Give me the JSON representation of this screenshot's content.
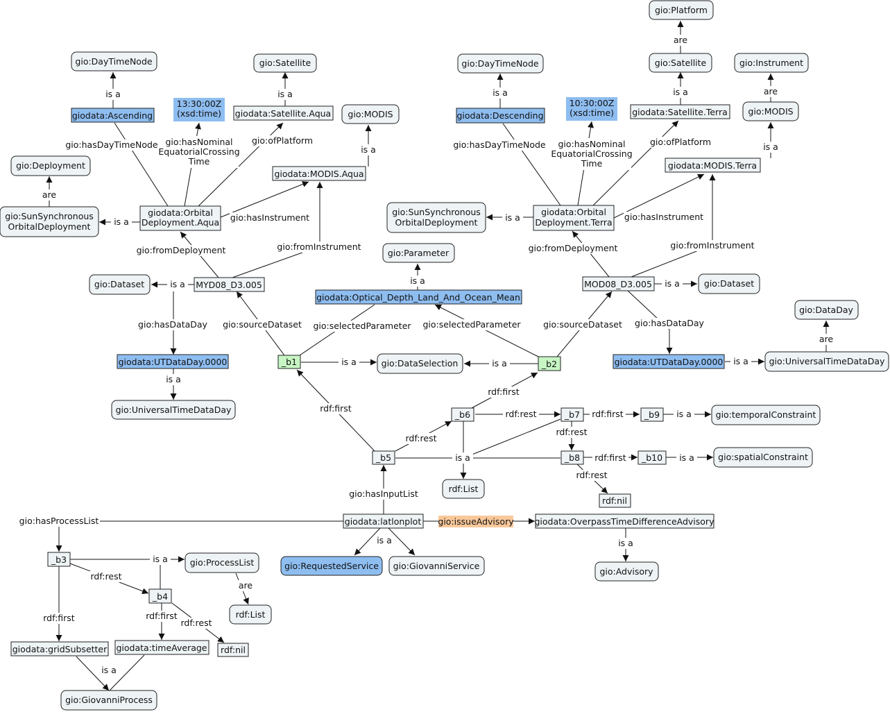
{
  "nodes": {
    "aqua_daytimenode": "gio:DayTimeNode",
    "aqua_ascending": "giodata:Ascending",
    "aqua_time_a": "13:30:00Z",
    "aqua_time_b": "(xsd:time)",
    "aqua_satellite_cls": "gio:Satellite",
    "aqua_satellite": "giodata:Satellite.Aqua",
    "aqua_modis_cls": "gio:MODIS",
    "aqua_modis": "giodata:MODIS.Aqua",
    "aqua_deployment_cls": "gio:Deployment",
    "aqua_sunsync_a": "gio:SunSynchronous",
    "aqua_sunsync_b": "OrbitalDeployment",
    "aqua_orbital_a": "giodata:Orbital",
    "aqua_orbital_b": "Deployment.Aqua",
    "aqua_dataset_cls": "gio:Dataset",
    "myd08": "MYD08_D3.005",
    "aqua_utdataday": "giodata:UTDataDay.0000",
    "aqua_universaltimedataday": "gio:UniversalTimeDataDay",
    "b1": "_b1",
    "parameter_cls": "gio:Parameter",
    "optical_depth": "giodata:Optical_Depth_Land_And_Ocean_Mean",
    "dataselection": "gio:DataSelection",
    "b2": "_b2",
    "platform_cls": "gio:Platform",
    "terra_daytimenode": "gio:DayTimeNode",
    "terra_descending": "giodata:Descending",
    "terra_time_a": "10:30:00Z",
    "terra_time_b": "(xsd:time)",
    "terra_satellite_cls": "gio:Satellite",
    "terra_satellite": "giodata:Satellite.Terra",
    "instrument_cls": "gio:Instrument",
    "terra_modis_cls": "gio:MODIS",
    "terra_modis": "giodata:MODIS.Terra",
    "terra_sunsync_a": "gio:SunSynchronous",
    "terra_sunsync_b": "OrbitalDeployment",
    "terra_orbital_a": "giodata:Orbital",
    "terra_orbital_b": "Deployment.Terra",
    "mod08": "MOD08_D3.005",
    "terra_dataset_cls": "gio:Dataset",
    "dataday_cls": "gio:DataDay",
    "terra_utdataday": "giodata:UTDataDay.0000",
    "terra_universaltimedataday": "gio:UniversalTimeDataDay",
    "b6": "_b6",
    "b7": "_b7",
    "b9": "_b9",
    "temporalconstraint": "gio:temporalConstraint",
    "b5": "_b5",
    "b8": "_b8",
    "b10": "_b10",
    "spatialconstraint": "gio:spatialConstraint",
    "rdflist_mid": "rdf:List",
    "rdfnil_mid": "rdf:nil",
    "latlonplot": "giodata:latlonplot",
    "issueadvisory": "gio:issueAdvisory",
    "overpass": "giodata:OverpassTimeDifferenceAdvisory",
    "advisory": "gio:Advisory",
    "requestedservice": "gio:RequestedService",
    "giovanniservice": "gio:GiovanniService",
    "b3": "_b3",
    "processlist": "gio:ProcessList",
    "b4": "_b4",
    "rdflist_low": "rdf:List",
    "gridsubsetter": "giodata:gridSubsetter",
    "timeaverage": "giodata:timeAverage",
    "rdfnil_low": "rdf:nil",
    "giovanniprocess": "gio:GiovanniProcess"
  },
  "edge_labels": {
    "is_a": "is a",
    "are": "are",
    "has_day_time_node": "gio:hasDayTimeNode",
    "nominal_a": "gio:hasNominal",
    "nominal_b": "EquatorialCrossing",
    "nominal_c": "Time",
    "of_platform": "gio:ofPlatform",
    "has_instrument": "gio:hasInstrument",
    "from_deployment": "gio:fromDeployment",
    "from_instrument": "gio:fromInstrument",
    "has_data_day": "gio:hasDataDay",
    "source_dataset": "gio:sourceDataset",
    "selected_parameter": "gio:selectedParameter",
    "rdf_first": "rdf:first",
    "rdf_rest": "rdf:rest",
    "has_input_list": "gio:hasInputList",
    "has_process_list": "gio:hasProcessList"
  },
  "colors": {
    "node_fill": "#eef3f5",
    "highlight_blue": "#8ebdf0",
    "blank_green": "#c7f5c4",
    "property_orange": "#f9c89a"
  }
}
